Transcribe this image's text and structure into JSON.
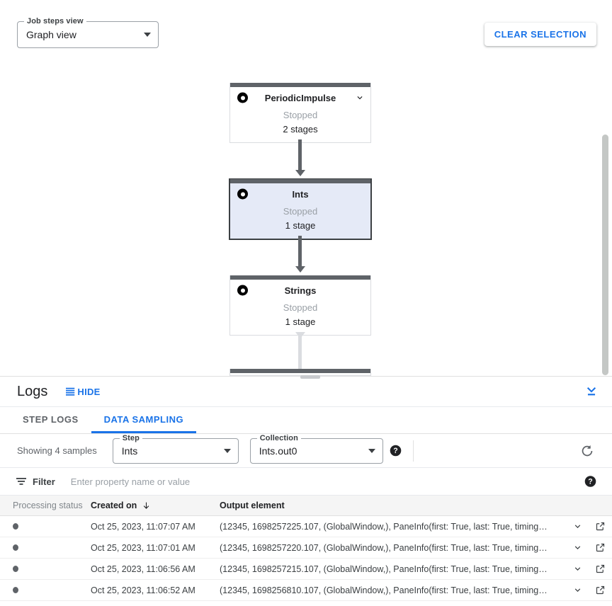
{
  "toolbar": {
    "view_select": {
      "legend": "Job steps view",
      "value": "Graph view"
    },
    "clear_selection_label": "CLEAR SELECTION"
  },
  "graph": {
    "nodes": [
      {
        "name": "PeriodicImpulse",
        "status": "Stopped",
        "stages": "2 stages",
        "selected": false,
        "has_chevron": true
      },
      {
        "name": "Ints",
        "status": "Stopped",
        "stages": "1 stage",
        "selected": true,
        "has_chevron": false
      },
      {
        "name": "Strings",
        "status": "Stopped",
        "stages": "1 stage",
        "selected": false,
        "has_chevron": false
      }
    ]
  },
  "logs": {
    "title": "Logs",
    "hide_label": "HIDE",
    "tabs": [
      {
        "label": "STEP LOGS",
        "active": false
      },
      {
        "label": "DATA SAMPLING",
        "active": true
      }
    ]
  },
  "sampling": {
    "showing_text": "Showing 4 samples",
    "step_select": {
      "legend": "Step",
      "value": "Ints"
    },
    "collection_select": {
      "legend": "Collection",
      "value": "Ints.out0"
    }
  },
  "filter": {
    "label": "Filter",
    "placeholder": "Enter property name or value",
    "value": ""
  },
  "table": {
    "columns": [
      "Processing status",
      "Created on",
      "Output element"
    ],
    "sorted_column": "Created on",
    "sort_direction": "desc",
    "rows": [
      {
        "status": "",
        "created_on": "Oct 25, 2023, 11:07:07 AM",
        "output_element": "(12345, 1698257225.107, (GlobalWindow,), PaneInfo(first: True, last: True, timing…"
      },
      {
        "status": "",
        "created_on": "Oct 25, 2023, 11:07:01 AM",
        "output_element": "(12345, 1698257220.107, (GlobalWindow,), PaneInfo(first: True, last: True, timing…"
      },
      {
        "status": "",
        "created_on": "Oct 25, 2023, 11:06:56 AM",
        "output_element": "(12345, 1698257215.107, (GlobalWindow,), PaneInfo(first: True, last: True, timing…"
      },
      {
        "status": "",
        "created_on": "Oct 25, 2023, 11:06:52 AM",
        "output_element": "(12345, 1698256810.107, (GlobalWindow,), PaneInfo(first: True, last: True, timing…"
      }
    ]
  },
  "colors": {
    "accent_blue": "#1a73e8",
    "node_bar": "#5f6368",
    "node_selected_fill": "#e5eaf7",
    "edge_light": "#dadce0",
    "muted_text": "#9aa0a6"
  }
}
